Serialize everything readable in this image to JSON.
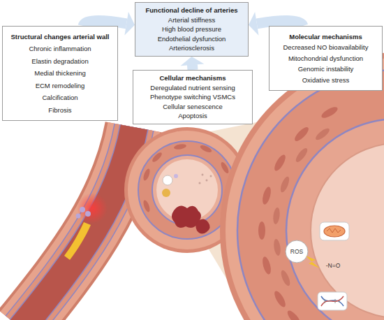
{
  "diagram": {
    "nodes": [
      {
        "text": [
          "Functional decline of arteries",
          "Arterial stiffness",
          "High blood pressure",
          "Endothelial dysfunction",
          "Arteriosclerosis"
        ]
      },
      {
        "text": [
          "Structural changes arterial wall",
          "Chronic inflammation",
          "Elastin degradation",
          "Medial thickening",
          "ECM remodeling",
          "Calcification",
          "Fibrosis"
        ]
      },
      {
        "text": [
          "Cellular mechanisms",
          "Deregulated nutrient sensing",
          "Phenotype switching VSMCs",
          "Cellular senescence",
          "Apoptosis"
        ]
      },
      {
        "text": [
          "Molecular mechanisms",
          "Decreased NO bioavailability",
          "Mitochondrial dysfunction",
          "Genomic instability",
          "Oxidative stress"
        ]
      }
    ],
    "edges": [
      {
        "from": 1,
        "to": 0,
        "arrow": "to"
      },
      {
        "from": 2,
        "to": 0,
        "arrow": "to"
      },
      {
        "from": 3,
        "to": 0,
        "arrow": "to"
      }
    ],
    "labels": [
      "ROS",
      "-N=O"
    ]
  }
}
